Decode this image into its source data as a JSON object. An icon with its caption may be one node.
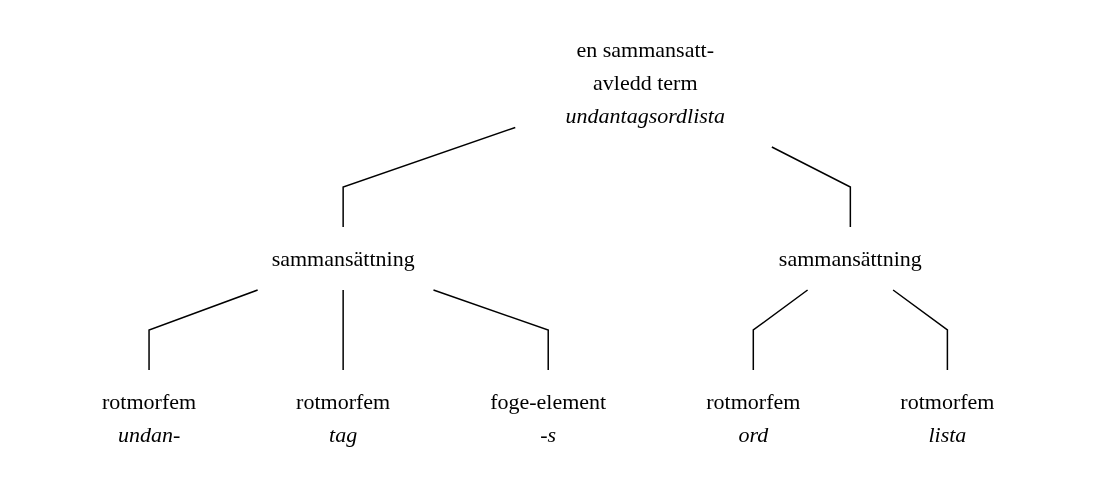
{
  "diagram": {
    "nodes": [
      {
        "text": [
          "en sammansatt-avledd term",
          "undantagsordlista"
        ]
      },
      {
        "text": [
          "sammansättning"
        ]
      },
      {
        "text": [
          "sammansättning"
        ]
      },
      {
        "text": [
          "rotmorfem",
          "undan-"
        ]
      },
      {
        "text": [
          "rotmorfem",
          "tag"
        ]
      },
      {
        "text": [
          "foge-element",
          "-s"
        ]
      },
      {
        "text": [
          "rotmorfem",
          "ord"
        ]
      },
      {
        "text": [
          "rotmorfem",
          "lista"
        ]
      }
    ],
    "edges": [
      {
        "from": 0,
        "to": 1,
        "arrow": "none"
      },
      {
        "from": 0,
        "to": 2,
        "arrow": "none"
      },
      {
        "from": 1,
        "to": 3,
        "arrow": "none"
      },
      {
        "from": 1,
        "to": 4,
        "arrow": "none"
      },
      {
        "from": 1,
        "to": 5,
        "arrow": "none"
      },
      {
        "from": 2,
        "to": 6,
        "arrow": "none"
      },
      {
        "from": 2,
        "to": 7,
        "arrow": "none"
      }
    ]
  }
}
